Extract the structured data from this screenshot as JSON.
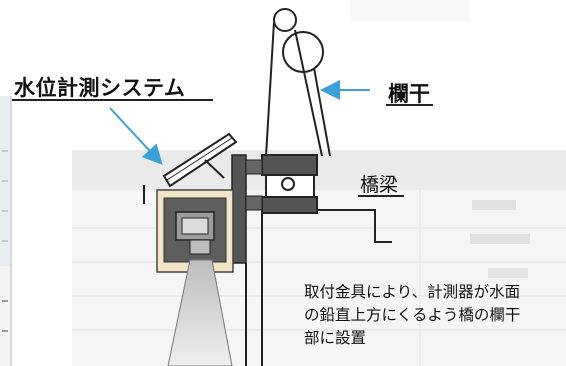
{
  "labels": {
    "system": "水位計測システム",
    "railing": "欄干",
    "beam": "橋梁"
  },
  "note": {
    "lines": [
      "取付金具により、計測器が水面",
      "の鉛直上方にくるよう橋の欄干",
      "部に設置"
    ]
  },
  "colors": {
    "arrow": "#3aa0d8",
    "table_bg": "#e9e9e9",
    "device_box": "#f3e6c8",
    "dark": "#555555",
    "outline": "#222222",
    "beam_fill": "#e0e0e0"
  },
  "icons": [
    "solar-panel-icon",
    "sensor-device-icon",
    "radar-beam-icon",
    "pulley-icon"
  ]
}
